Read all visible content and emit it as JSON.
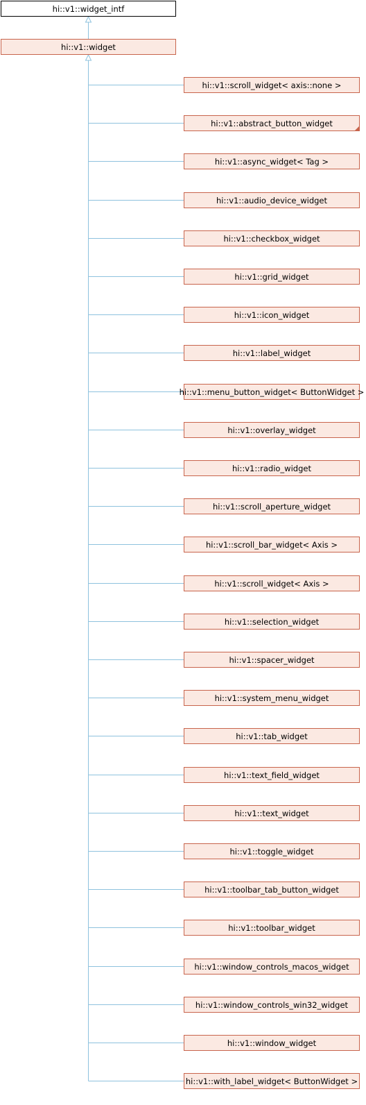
{
  "colors": {
    "edge": "#8ec2de",
    "node_fill": "#fbe9e2",
    "node_border": "#c8644c",
    "root_border": "#000000"
  },
  "root": {
    "label": "hi::v1::widget_intf"
  },
  "parent": {
    "label": "hi::v1::widget"
  },
  "children": [
    {
      "label": "hi::v1::scroll_widget< axis::none >"
    },
    {
      "label": "hi::v1::abstract_button_widget",
      "has_more": true
    },
    {
      "label": "hi::v1::async_widget< Tag >"
    },
    {
      "label": "hi::v1::audio_device_widget"
    },
    {
      "label": "hi::v1::checkbox_widget"
    },
    {
      "label": "hi::v1::grid_widget"
    },
    {
      "label": "hi::v1::icon_widget"
    },
    {
      "label": "hi::v1::label_widget"
    },
    {
      "label": "hi::v1::menu_button_widget< ButtonWidget >"
    },
    {
      "label": "hi::v1::overlay_widget"
    },
    {
      "label": "hi::v1::radio_widget"
    },
    {
      "label": "hi::v1::scroll_aperture_widget"
    },
    {
      "label": "hi::v1::scroll_bar_widget< Axis >"
    },
    {
      "label": "hi::v1::scroll_widget< Axis >"
    },
    {
      "label": "hi::v1::selection_widget"
    },
    {
      "label": "hi::v1::spacer_widget"
    },
    {
      "label": "hi::v1::system_menu_widget"
    },
    {
      "label": "hi::v1::tab_widget"
    },
    {
      "label": "hi::v1::text_field_widget"
    },
    {
      "label": "hi::v1::text_widget"
    },
    {
      "label": "hi::v1::toggle_widget"
    },
    {
      "label": "hi::v1::toolbar_tab_button_widget"
    },
    {
      "label": "hi::v1::toolbar_widget"
    },
    {
      "label": "hi::v1::window_controls_macos_widget"
    },
    {
      "label": "hi::v1::window_controls_win32_widget"
    },
    {
      "label": "hi::v1::window_widget"
    },
    {
      "label": "hi::v1::with_label_widget< ButtonWidget >"
    }
  ]
}
